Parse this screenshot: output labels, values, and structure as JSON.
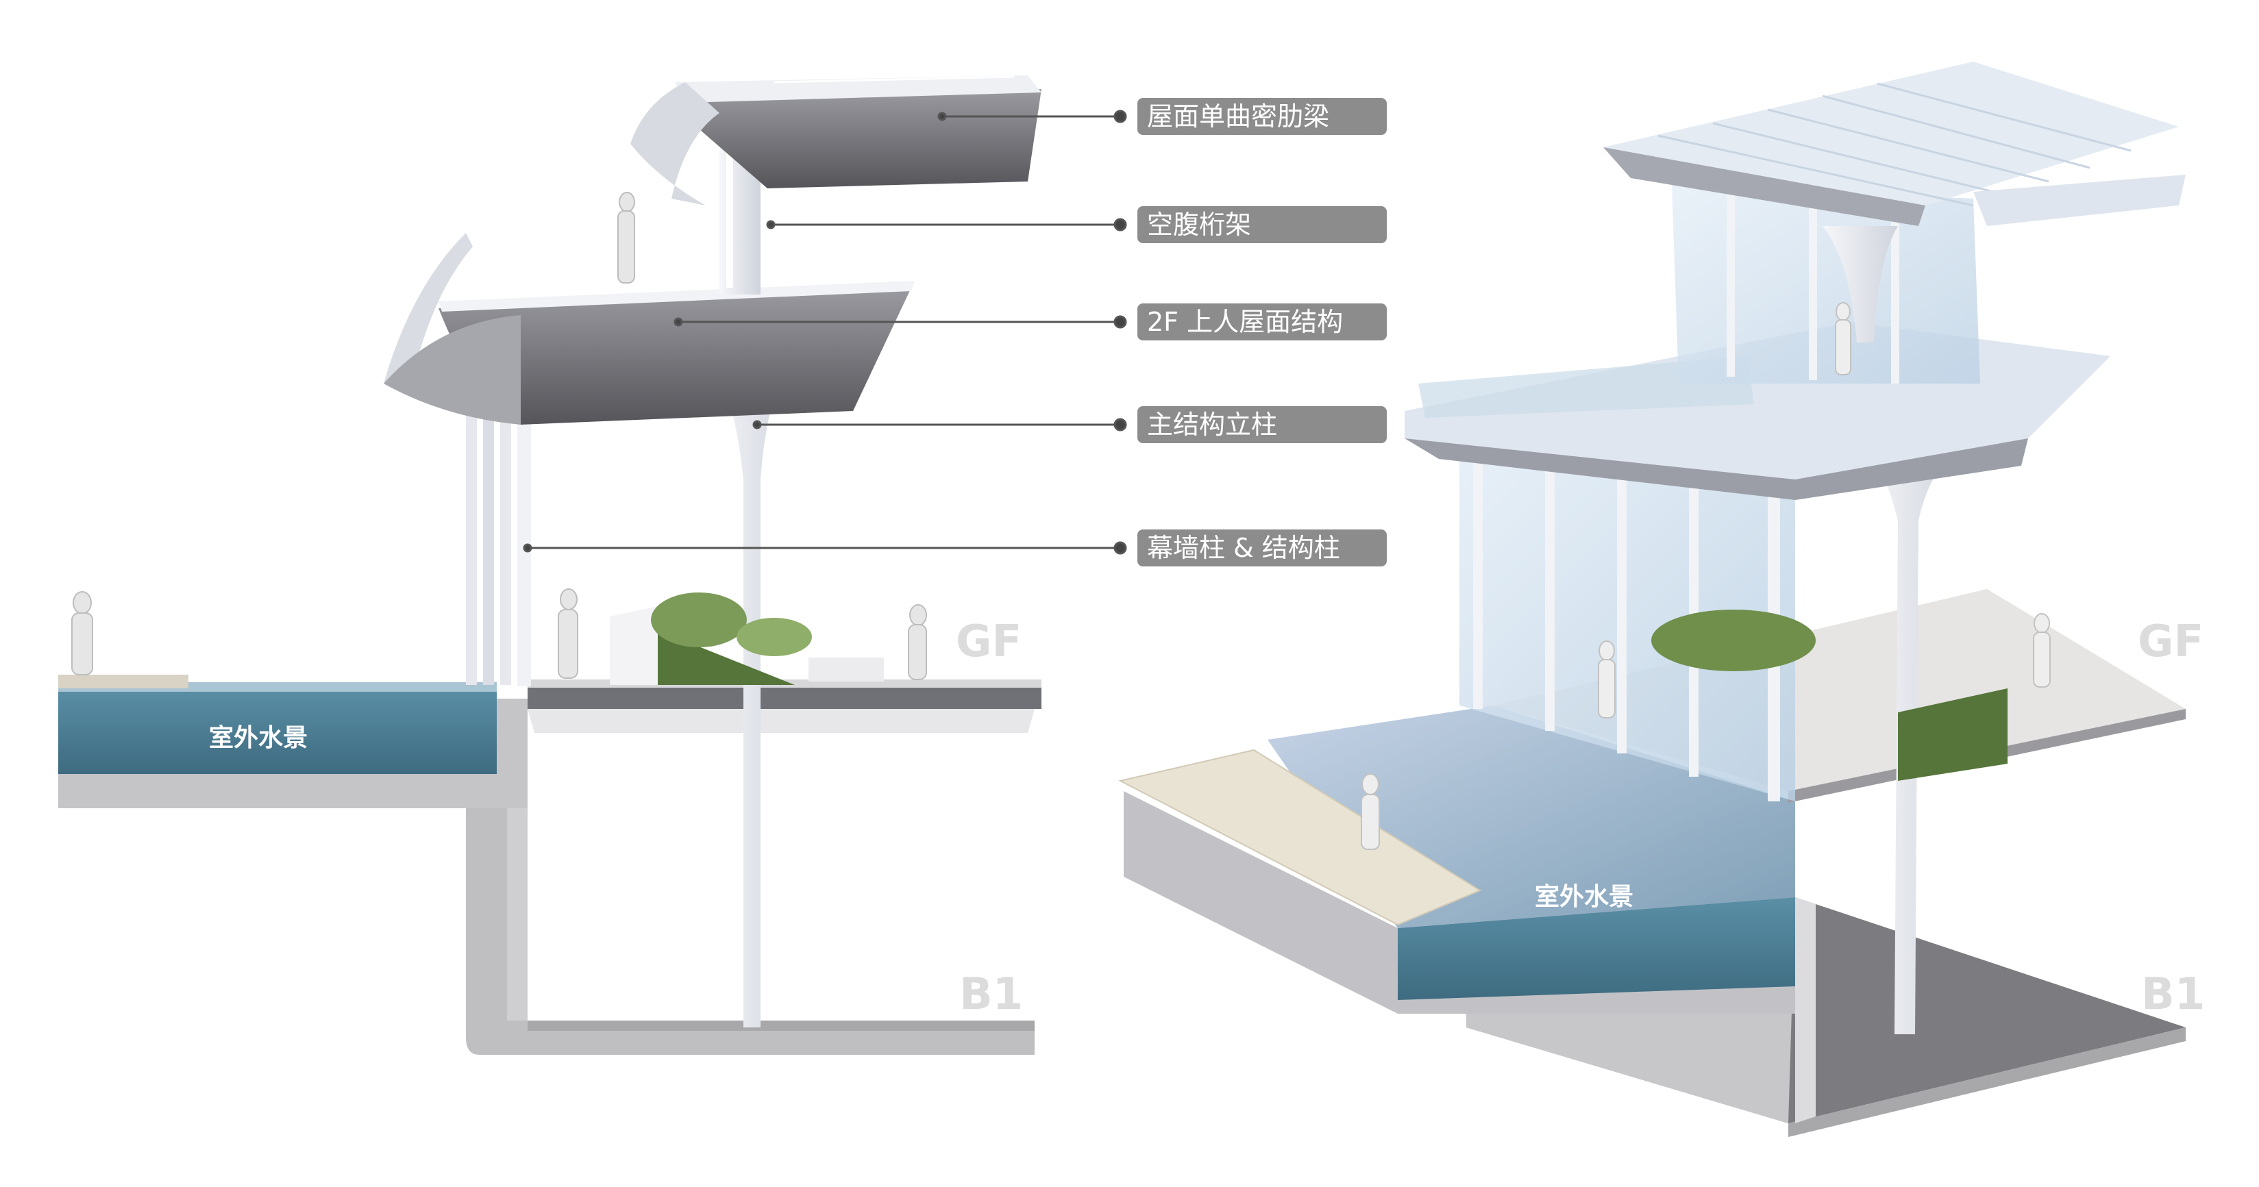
{
  "left_section": {
    "callouts": [
      {
        "id": "roof-rib-beam",
        "text": "屋面单曲密肋梁"
      },
      {
        "id": "open-web-truss",
        "text": "空腹桁架"
      },
      {
        "id": "2f-roof-structure",
        "text": "2F 上人屋面结构"
      },
      {
        "id": "main-column",
        "text": "主结构立柱"
      },
      {
        "id": "curtain-wall-column",
        "text": "幕墙柱 & 结构柱"
      }
    ],
    "water_label": "室外水景",
    "level_gf": "GF",
    "level_b1": "B1"
  },
  "right_axon": {
    "water_label": "室外水景",
    "level_gf": "GF",
    "level_b1": "B1"
  },
  "colors": {
    "concrete": "#c7c7c9",
    "concrete_dark": "#a9a9ac",
    "water": "#4f7f95",
    "structure_white": "#eef0f4",
    "glass": "#d3e2ef",
    "roof_underside": "#6b6b70",
    "callout_bg": "#8c8c8c",
    "vegetation": "#5b7a3d"
  }
}
